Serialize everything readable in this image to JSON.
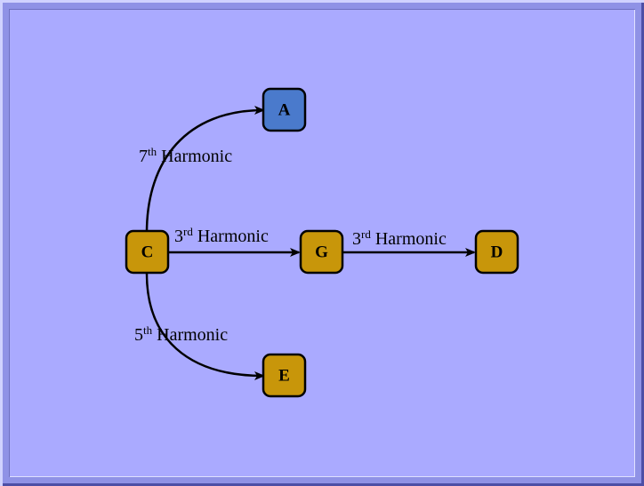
{
  "colors": {
    "background": "#aaaaff",
    "node_gold": "#c8960a",
    "node_blue": "#4a7acc"
  },
  "nodes": {
    "A": {
      "label": "A",
      "color": "#4a7acc"
    },
    "C": {
      "label": "C",
      "color": "#c8960a"
    },
    "G": {
      "label": "G",
      "color": "#c8960a"
    },
    "D": {
      "label": "D",
      "color": "#c8960a"
    },
    "E": {
      "label": "E",
      "color": "#c8960a"
    }
  },
  "edges": {
    "c_a": {
      "num": "7",
      "sup": "th",
      "text": " Harmonic"
    },
    "c_g": {
      "num": "3",
      "sup": "rd",
      "text": " Harmonic"
    },
    "g_d": {
      "num": "3",
      "sup": "rd",
      "text": " Harmonic"
    },
    "c_e": {
      "num": "5",
      "sup": "th",
      "text": " Harmonic"
    }
  }
}
